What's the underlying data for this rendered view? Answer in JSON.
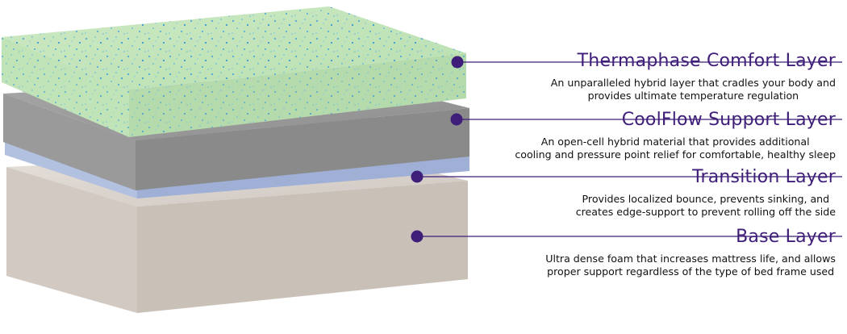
{
  "colors": {
    "accent": "#3e1e78",
    "comfort_top": "#c5e6bd",
    "support_top": "#999999",
    "transition_top": "#b7c5e3",
    "base_top": "#dcd5cf"
  },
  "layers": [
    {
      "title": "Thermaphase Comfort Layer",
      "desc_line1": "An unparalleled hybrid layer that cradles your body and",
      "desc_line2": "provides ultimate temperature regulation"
    },
    {
      "title": "CoolFlow Support Layer",
      "desc_line1": "An open-cell hybrid material that provides additional",
      "desc_line2": "cooling and pressure point relief for comfortable, healthy sleep"
    },
    {
      "title": "Transition Layer",
      "desc_line1": "Provides localized bounce, prevents sinking, and",
      "desc_line2": "creates edge-support to prevent rolling off the side"
    },
    {
      "title": "Base Layer",
      "desc_line1": "Ultra dense foam that increases mattress life, and allows",
      "desc_line2": "proper support regardless of the type of bed frame used"
    }
  ]
}
